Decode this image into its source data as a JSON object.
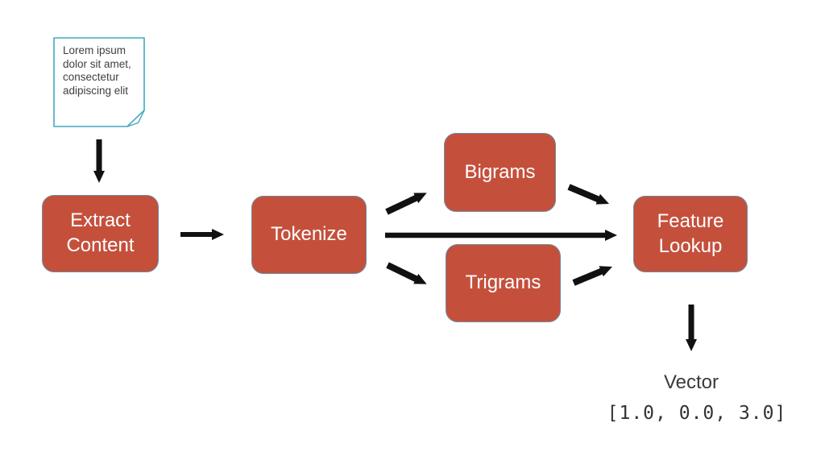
{
  "diagram": {
    "note": {
      "text": "Lorem ipsum\ndolor sit amet,\nconsectetur\nadipiscing elit"
    },
    "nodes": {
      "extract": {
        "label": "Extract\nContent"
      },
      "tokenize": {
        "label": "Tokenize"
      },
      "bigrams": {
        "label": "Bigrams"
      },
      "trigrams": {
        "label": "Trigrams"
      },
      "feature": {
        "label": "Feature\nLookup"
      }
    },
    "output": {
      "label": "Vector",
      "value": "[1.0, 0.0, 3.0]"
    },
    "colors": {
      "node_fill": "#c4503c",
      "node_border": "#6f8ca1",
      "node_text": "#ffffff",
      "note_border": "#3fa9bf",
      "note_text": "#404040",
      "arrow": "#111111",
      "output_text": "#3a3a3a"
    }
  }
}
